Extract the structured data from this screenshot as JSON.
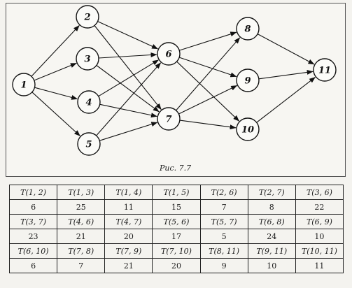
{
  "figure": {
    "caption": "Рис. 7.7",
    "nodes": [
      "1",
      "2",
      "3",
      "4",
      "5",
      "6",
      "7",
      "8",
      "9",
      "10",
      "11"
    ],
    "edges": [
      [
        "1",
        "2"
      ],
      [
        "1",
        "3"
      ],
      [
        "1",
        "4"
      ],
      [
        "1",
        "5"
      ],
      [
        "2",
        "6"
      ],
      [
        "2",
        "7"
      ],
      [
        "3",
        "6"
      ],
      [
        "3",
        "7"
      ],
      [
        "4",
        "6"
      ],
      [
        "4",
        "7"
      ],
      [
        "5",
        "6"
      ],
      [
        "5",
        "7"
      ],
      [
        "6",
        "8"
      ],
      [
        "6",
        "9"
      ],
      [
        "6",
        "10"
      ],
      [
        "7",
        "8"
      ],
      [
        "7",
        "9"
      ],
      [
        "7",
        "10"
      ],
      [
        "8",
        "11"
      ],
      [
        "9",
        "11"
      ],
      [
        "10",
        "11"
      ]
    ]
  },
  "table": {
    "rows": [
      {
        "headers": [
          "T(1, 2)",
          "T(1, 3)",
          "T(1, 4)",
          "T(1, 5)",
          "T(2, 6)",
          "T(2, 7)",
          "T(3, 6)"
        ],
        "values": [
          "6",
          "25",
          "11",
          "15",
          "7",
          "8",
          "22"
        ]
      },
      {
        "headers": [
          "T(3, 7)",
          "T(4, 6)",
          "T(4, 7)",
          "T(5, 6)",
          "T(5, 7)",
          "T(6, 8)",
          "T(6, 9)"
        ],
        "values": [
          "23",
          "21",
          "20",
          "17",
          "5",
          "24",
          "10"
        ]
      },
      {
        "headers": [
          "T(6, 10)",
          "T(7, 8)",
          "T(7, 9)",
          "T(7, 10)",
          "T(8, 11)",
          "T(9, 11)",
          "T(10, 11)"
        ],
        "values": [
          "6",
          "7",
          "21",
          "20",
          "9",
          "10",
          "11"
        ]
      }
    ]
  }
}
